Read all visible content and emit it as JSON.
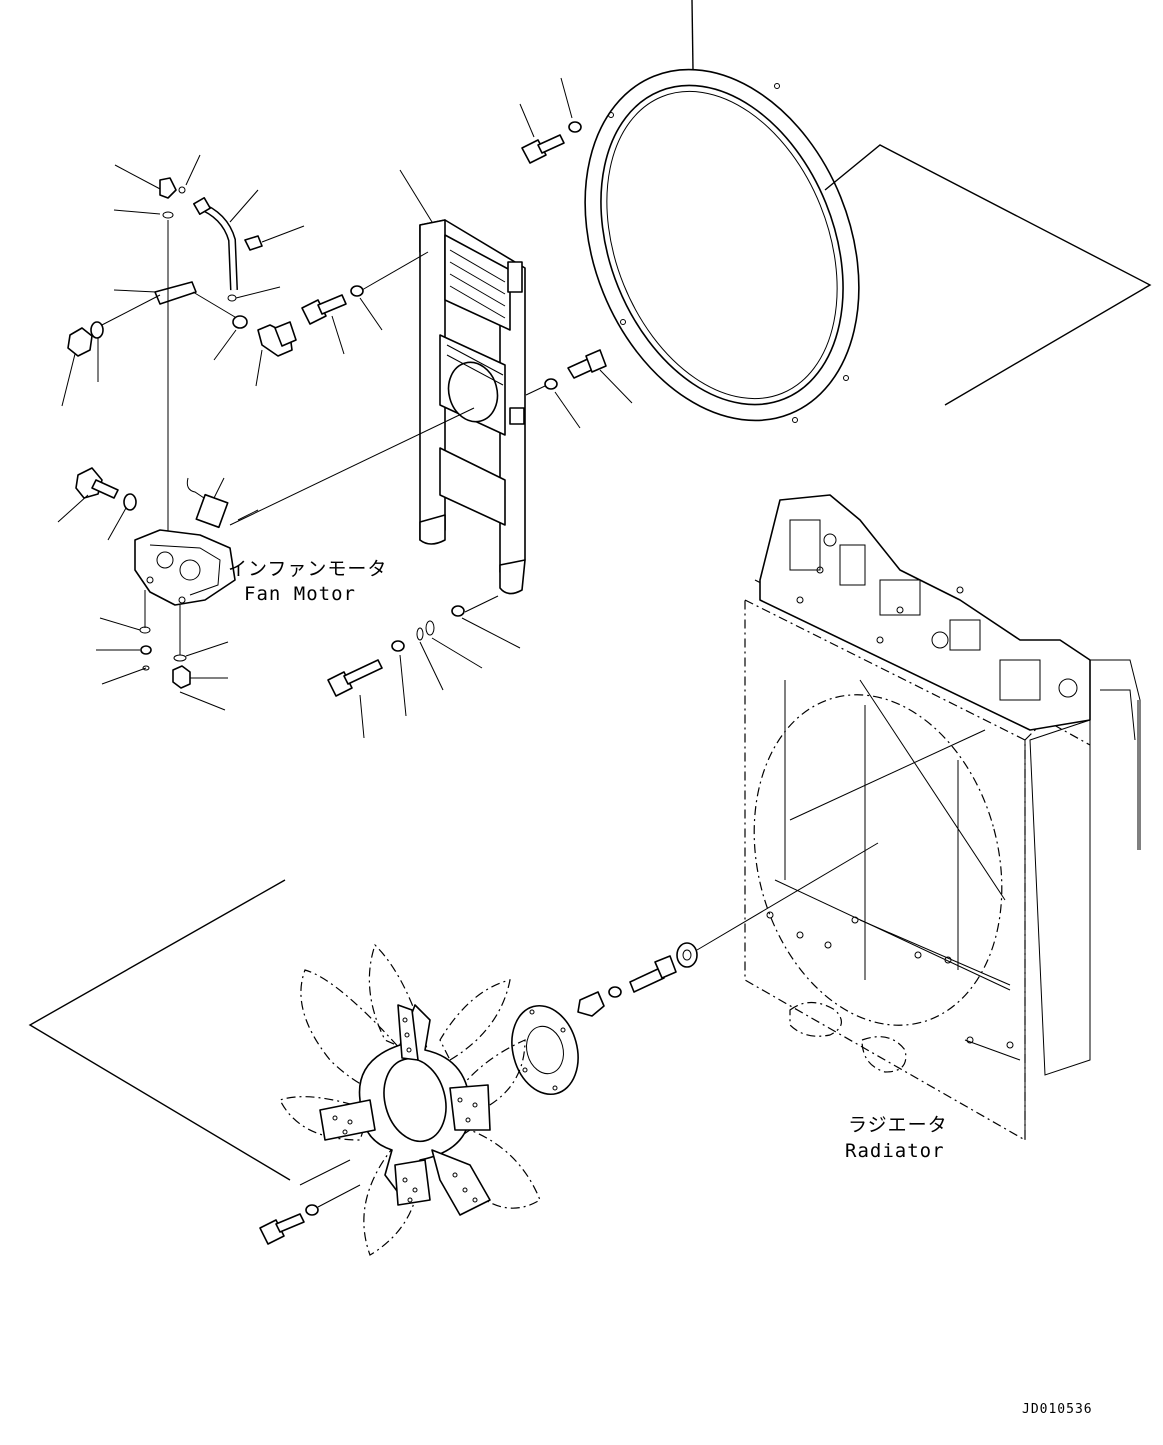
{
  "labels": {
    "fan_motor_jp": "インファンモータ",
    "fan_motor_en": "Fan Motor",
    "radiator_jp": "ラジエータ",
    "radiator_en": "Radiator"
  },
  "drawing_code": "JD010536"
}
